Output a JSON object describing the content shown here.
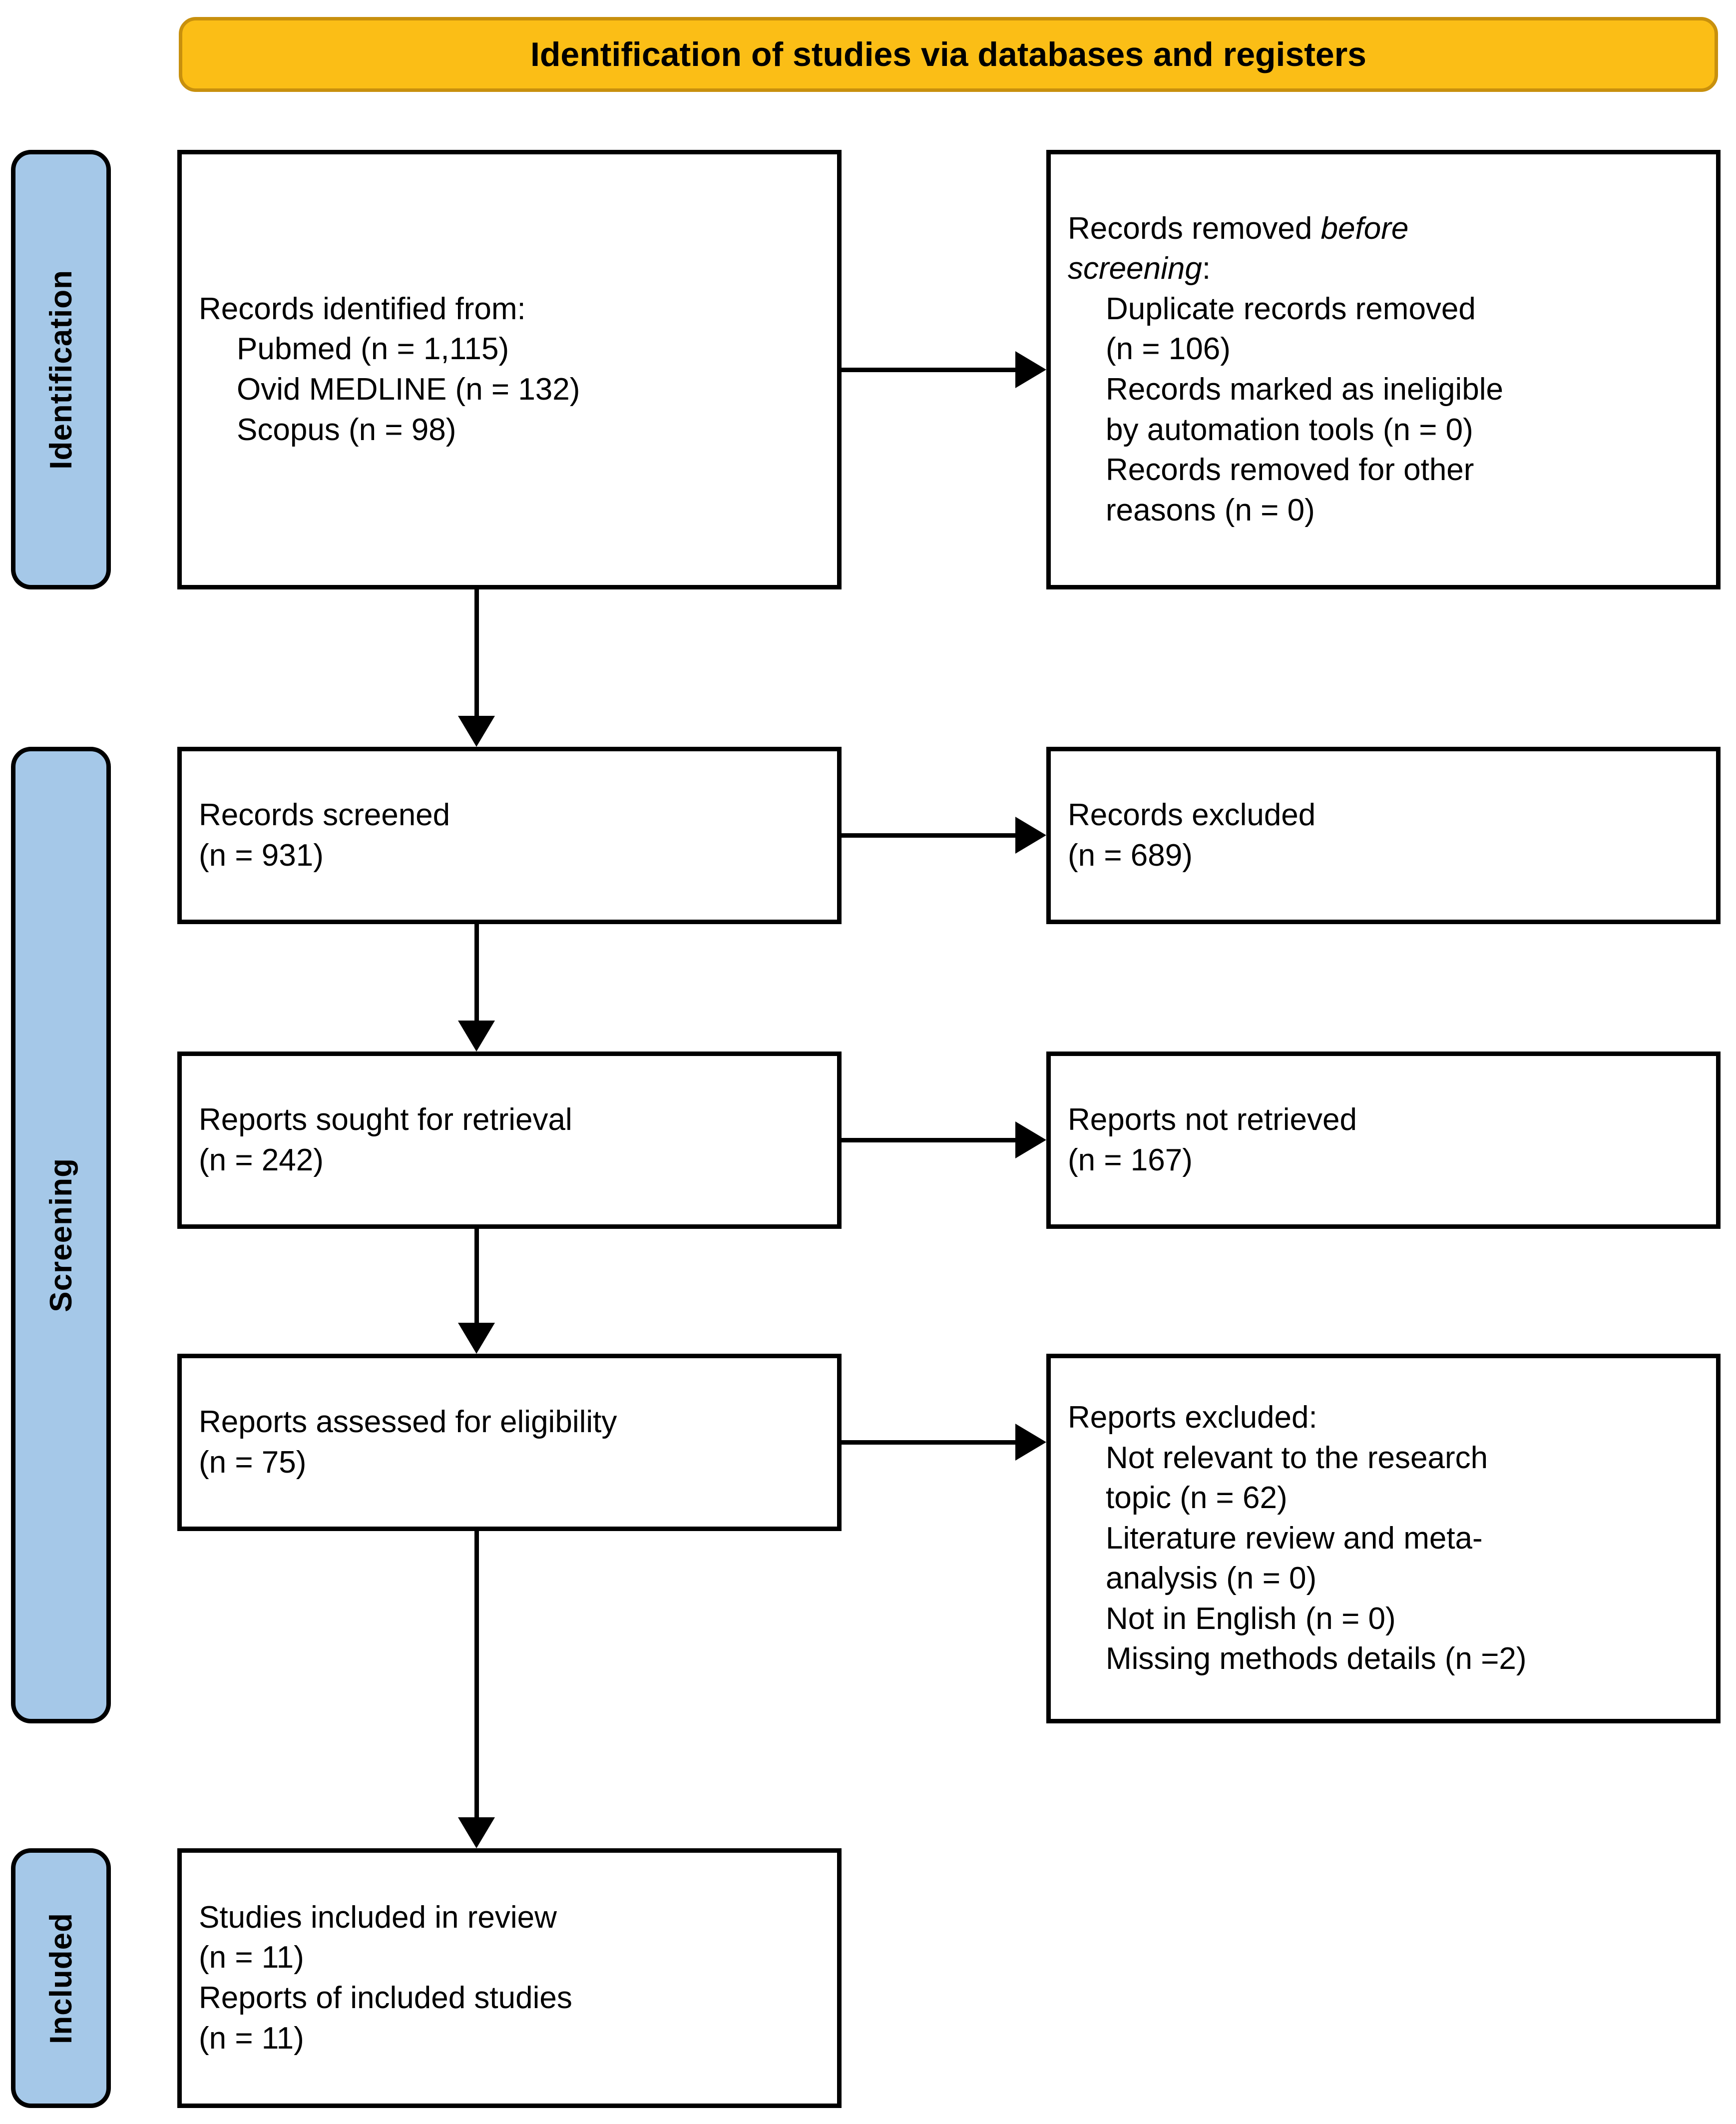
{
  "banner": {
    "title": "Identification of studies via databases and registers",
    "fill_color": "#FBBE16",
    "border_color": "#C8900D"
  },
  "stages": {
    "fill_color": "#A5C8E8",
    "identification": "Identification",
    "screening": "Screening",
    "included": "Included"
  },
  "boxes": {
    "identified": {
      "line1": "Records identified from:",
      "line2": "Pubmed (n = 1,115)",
      "line3": "Ovid MEDLINE (n = 132)",
      "line4": "Scopus (n = 98)"
    },
    "removed": {
      "line1_a": "Records removed ",
      "line1_b": "before",
      "line2_b": "screening",
      "line2_a": ":",
      "line3": "Duplicate records removed",
      "line4": "(n = 106)",
      "line5": "Records marked as ineligible",
      "line6": "by automation tools (n = 0)",
      "line7": "Records removed for other",
      "line8": "reasons (n = 0)"
    },
    "screened": {
      "line1": "Records screened",
      "line2": "(n = 931)"
    },
    "records_excluded": {
      "line1": "Records excluded",
      "line2": "(n = 689)"
    },
    "sought": {
      "line1": "Reports sought for retrieval",
      "line2": "(n = 242)"
    },
    "not_retrieved": {
      "line1": "Reports not retrieved",
      "line2": "(n = 167)"
    },
    "eligibility": {
      "line1": "Reports assessed for eligibility",
      "line2": "(n = 75)"
    },
    "reports_excluded": {
      "line1": "Reports excluded:",
      "line2": "Not relevant to the research",
      "line3": "topic (n = 62)",
      "line4": "Literature review and meta-",
      "line5": "analysis (n = 0)",
      "line6": "Not in English (n = 0)",
      "line7": "Missing methods details (n =2)"
    },
    "included": {
      "line1": "Studies included in review",
      "line2": "(n = 11)",
      "line3": "Reports of included studies",
      "line4": "(n = 11)"
    }
  },
  "connectors": {
    "identified_to_removed": "arrow-right",
    "identified_to_screened": "arrow-down",
    "screened_to_excluded": "arrow-right",
    "screened_to_sought": "arrow-down",
    "sought_to_notretrieved": "arrow-right",
    "sought_to_eligibility": "arrow-down",
    "eligibility_to_reportsexcluded": "arrow-right",
    "eligibility_to_included": "arrow-down"
  }
}
